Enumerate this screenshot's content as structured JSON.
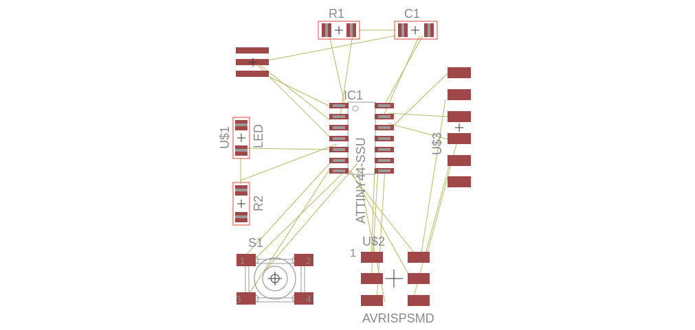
{
  "colors": {
    "background": "#ffffff",
    "pad": "#a0474a",
    "outline": "#e0443a",
    "airwire": "#b7b868",
    "text": "#8a8a8a",
    "silk": "#9a9a9a"
  },
  "labels": {
    "r1": "R1",
    "c1": "C1",
    "ic1": "IC1",
    "ic1_value": "ATTINY44-SSU",
    "us1": "U$1",
    "led": "LED",
    "r2": "R2",
    "us3": "U$3",
    "s1": "S1",
    "s1_pin1": "1",
    "s1_pin2": "2",
    "s1_pin3": "3",
    "s1_pin4": "4",
    "us2": "U$2",
    "us2_pin1": "1",
    "avrispsmd": "AVRISPSMD"
  }
}
